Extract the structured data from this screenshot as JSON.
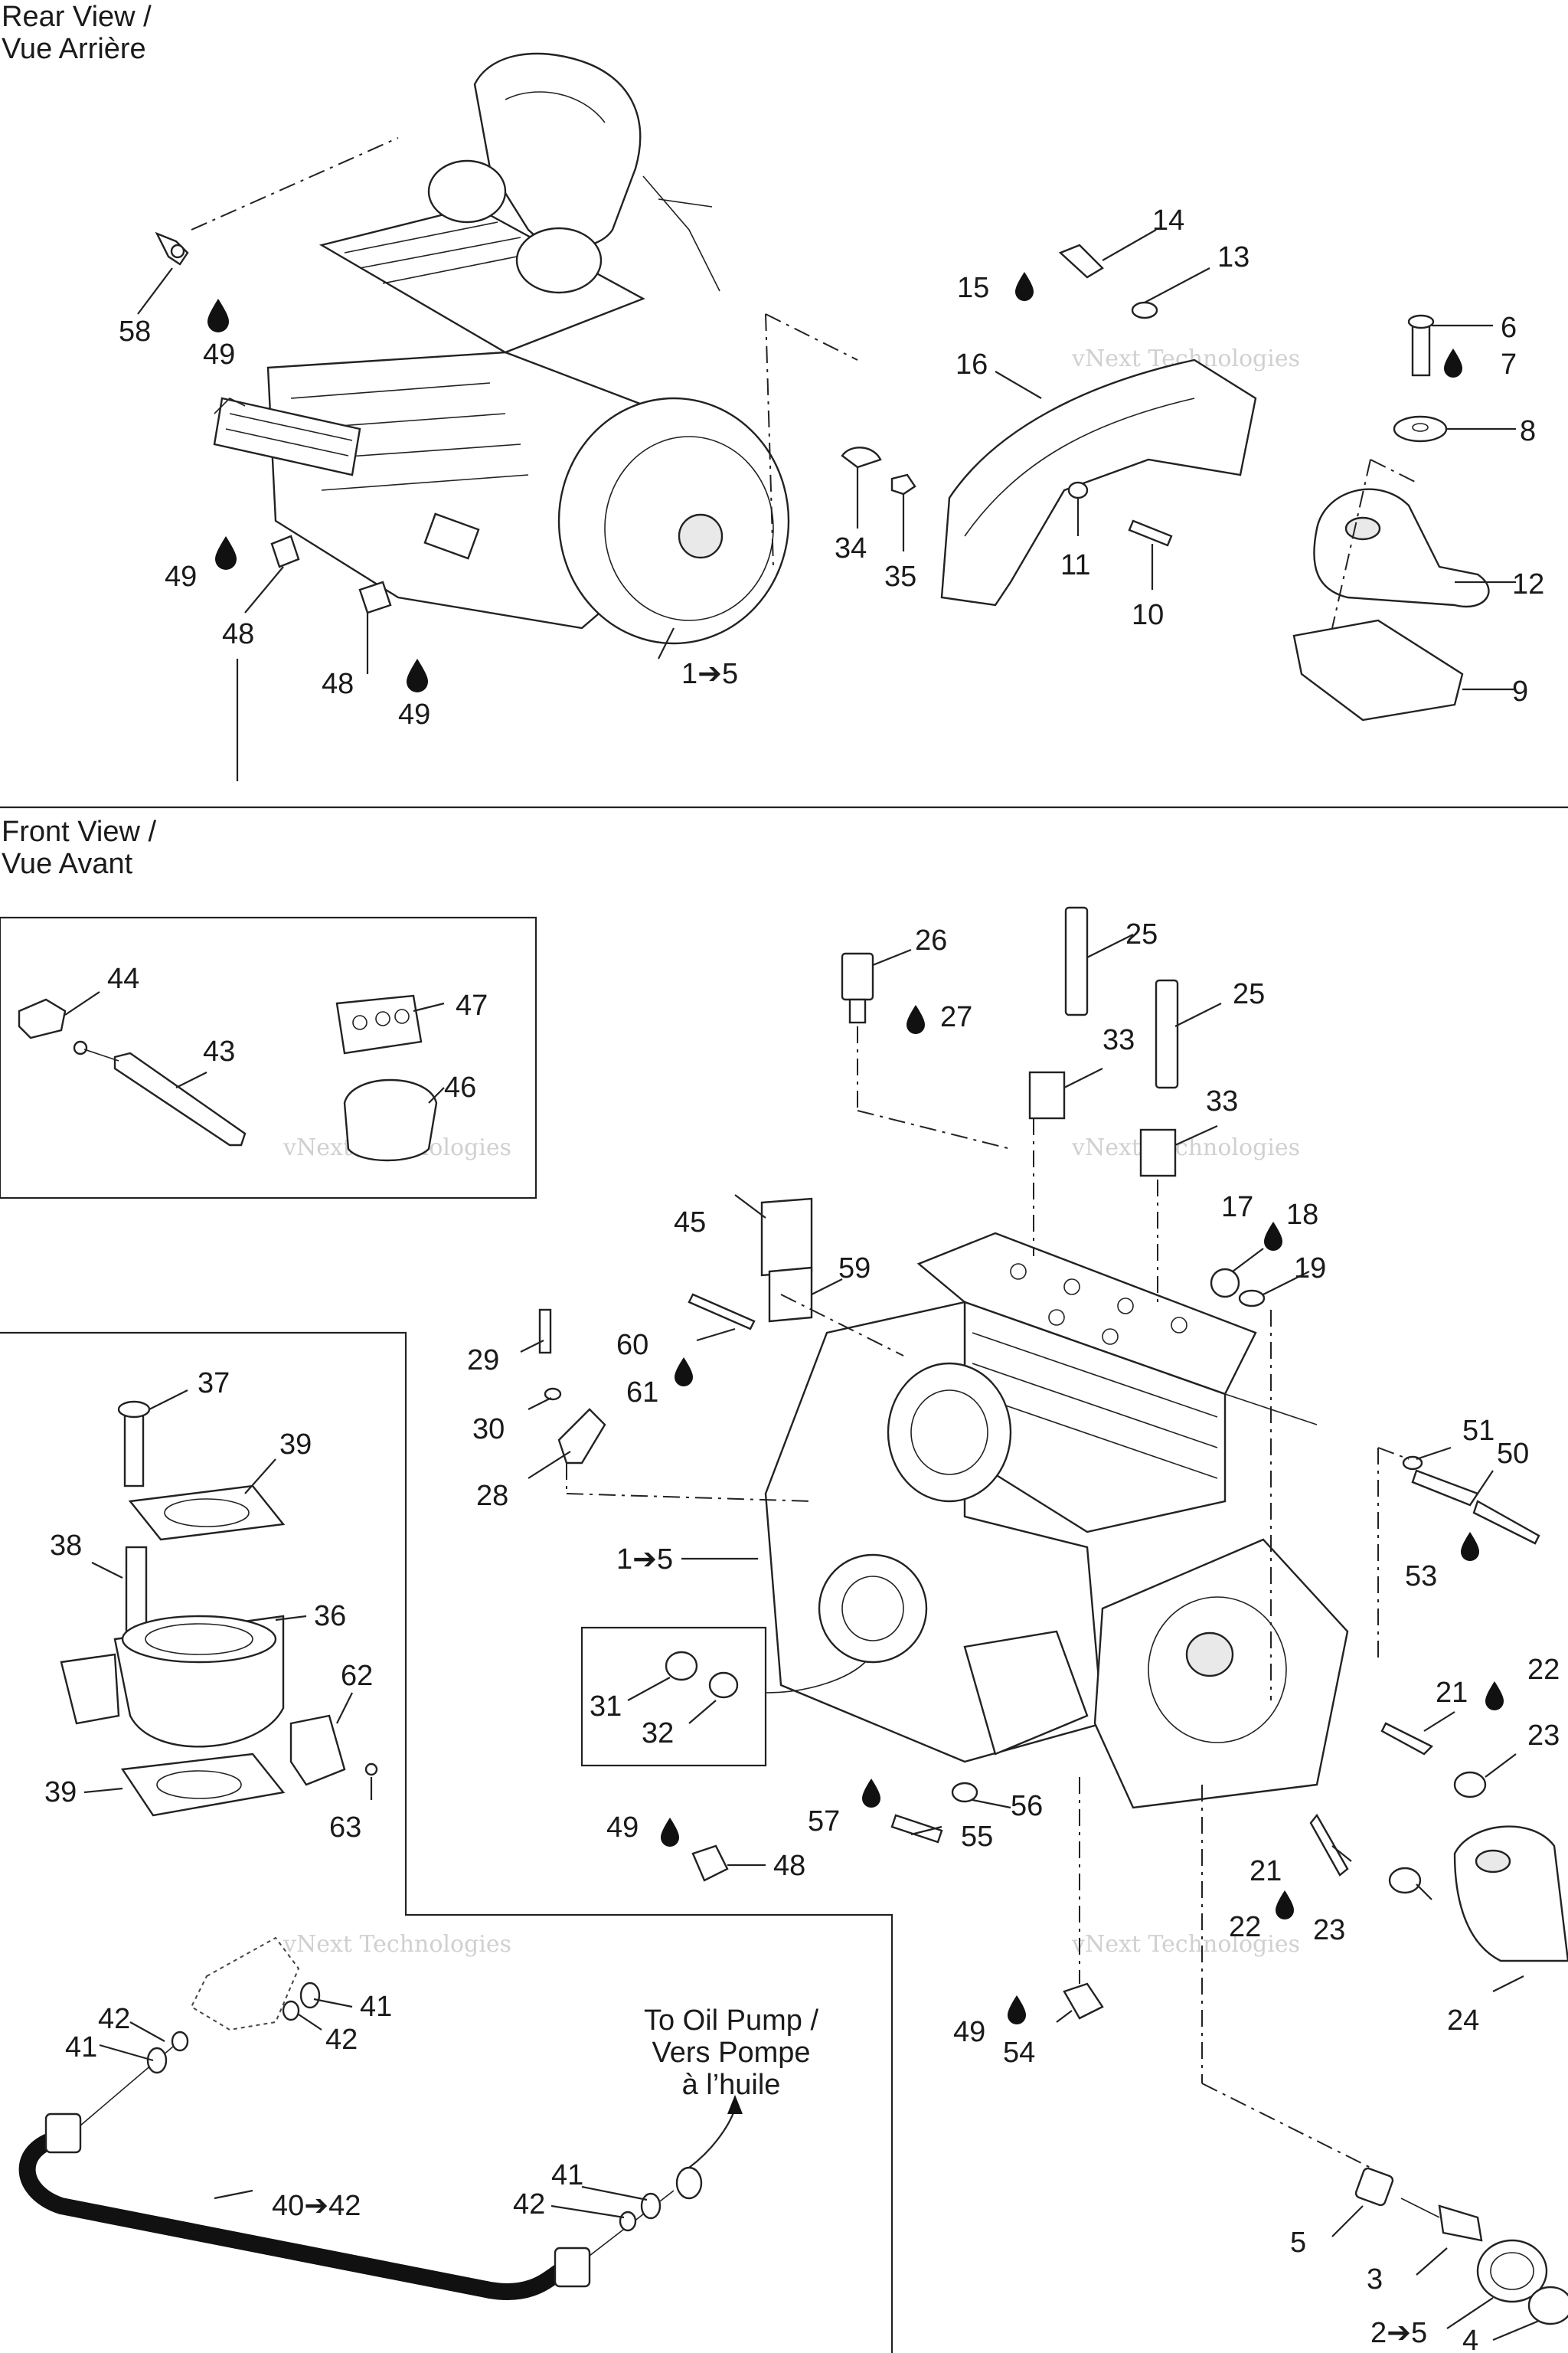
{
  "titles": {
    "rear_en": "Rear View /",
    "rear_fr": "Vue Arrière",
    "front_en": "Front View /",
    "front_fr": "Vue Avant"
  },
  "watermark": "vNext Technologies",
  "note": {
    "line1": "To Oil Pump /",
    "line2": "Vers Pompe",
    "line3": "à l’huile"
  },
  "labels": {
    "l58": "58",
    "l49a": "49",
    "l49b": "49",
    "l48a": "48",
    "l48b": "48",
    "l49c": "49",
    "l1to5a": "1➔5",
    "l14": "14",
    "l13": "13",
    "l15": "15",
    "l16": "16",
    "l6": "6",
    "l7": "7",
    "l8": "8",
    "l34": "34",
    "l35": "35",
    "l11": "11",
    "l10": "10",
    "l12": "12",
    "l9": "9",
    "l44": "44",
    "l43": "43",
    "l47": "47",
    "l46": "46",
    "l26": "26",
    "l27": "27",
    "l25a": "25",
    "l25b": "25",
    "l33a": "33",
    "l33b": "33",
    "l17": "17",
    "l18": "18",
    "l19": "19",
    "l45": "45",
    "l59": "59",
    "l60": "60",
    "l61": "61",
    "l29": "29",
    "l30": "30",
    "l28": "28",
    "l1to5b": "1➔5",
    "l37": "37",
    "l39a": "39",
    "l38": "38",
    "l36": "36",
    "l62": "62",
    "l39b": "39",
    "l63": "63",
    "l31": "31",
    "l32": "32",
    "l51": "51",
    "l50": "50",
    "l53": "53",
    "l21a": "21",
    "l22a": "22",
    "l23a": "23",
    "l49d": "49",
    "l48c": "48",
    "l57": "57",
    "l56": "56",
    "l55": "55",
    "l21b": "21",
    "l22b": "22",
    "l23b": "23",
    "l24": "24",
    "l49e": "49",
    "l54": "54",
    "l42a": "42",
    "l41a": "41",
    "l41b": "41",
    "l42b": "42",
    "l40to42": "40➔42",
    "l41c": "41",
    "l42c": "42",
    "l5": "5",
    "l3": "3",
    "l2to5": "2➔5",
    "l4": "4"
  }
}
